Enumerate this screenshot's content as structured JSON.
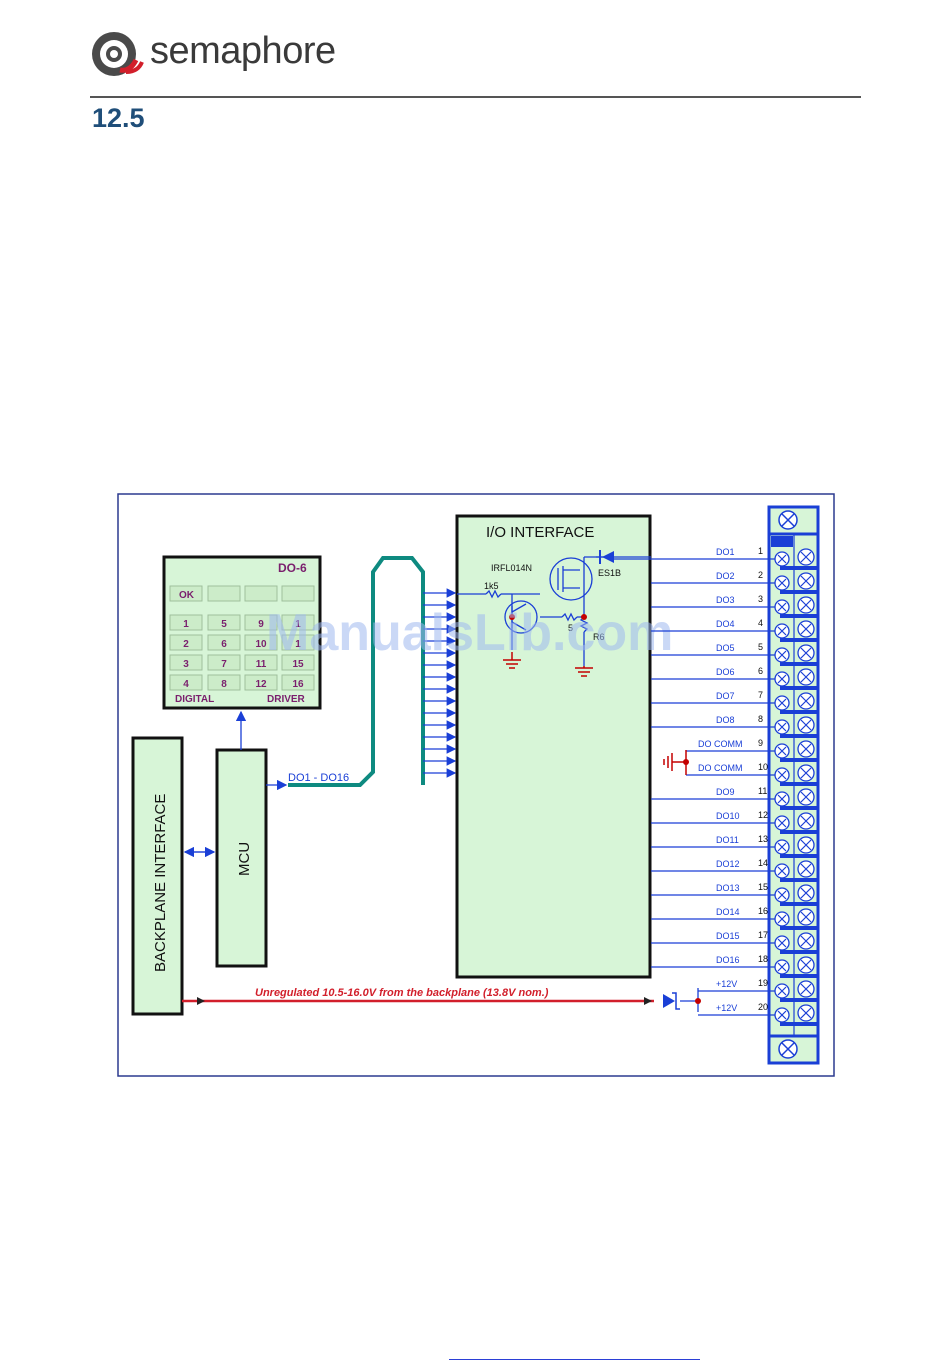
{
  "header": {
    "brand": "semaphore",
    "section_number": "12.5"
  },
  "diagram": {
    "do6_panel": {
      "title": "DO-6",
      "ok_label": "OK",
      "keys": [
        [
          "1",
          "5",
          "9",
          "1"
        ],
        [
          "2",
          "6",
          "10",
          "1"
        ],
        [
          "3",
          "7",
          "11",
          "15"
        ],
        [
          "4",
          "8",
          "12",
          "16"
        ]
      ],
      "footer_left": "DIGITAL",
      "footer_right": "DRIVER"
    },
    "backplane_label": "BACKPLANE INTERFACE",
    "mcu_label": "MCU",
    "bus_label": "DO1 - DO16",
    "io_title": "I/O INTERFACE",
    "mosfet_label": "IRFL014N",
    "diode_label": "ES1B",
    "r1_label": "1k5",
    "r2_label": "5",
    "r3_label": "R6",
    "watermark": "ManualsLib.com",
    "power_note": "Unregulated 10.5-16.0V from the backplane (13.8V nom.)",
    "terminal_rows": [
      {
        "label": "DO1",
        "pin": "1"
      },
      {
        "label": "DO2",
        "pin": "2"
      },
      {
        "label": "DO3",
        "pin": "3"
      },
      {
        "label": "DO4",
        "pin": "4"
      },
      {
        "label": "DO5",
        "pin": "5"
      },
      {
        "label": "DO6",
        "pin": "6"
      },
      {
        "label": "DO7",
        "pin": "7"
      },
      {
        "label": "DO8",
        "pin": "8"
      },
      {
        "label": "DO COMM",
        "pin": "9"
      },
      {
        "label": "DO COMM",
        "pin": "10"
      },
      {
        "label": "DO9",
        "pin": "11"
      },
      {
        "label": "DO10",
        "pin": "12"
      },
      {
        "label": "DO11",
        "pin": "13"
      },
      {
        "label": "DO12",
        "pin": "14"
      },
      {
        "label": "DO13",
        "pin": "15"
      },
      {
        "label": "DO14",
        "pin": "16"
      },
      {
        "label": "DO15",
        "pin": "17"
      },
      {
        "label": "DO16",
        "pin": "18"
      },
      {
        "label": "+12V",
        "pin": "19"
      },
      {
        "label": "+12V",
        "pin": "20"
      }
    ]
  }
}
